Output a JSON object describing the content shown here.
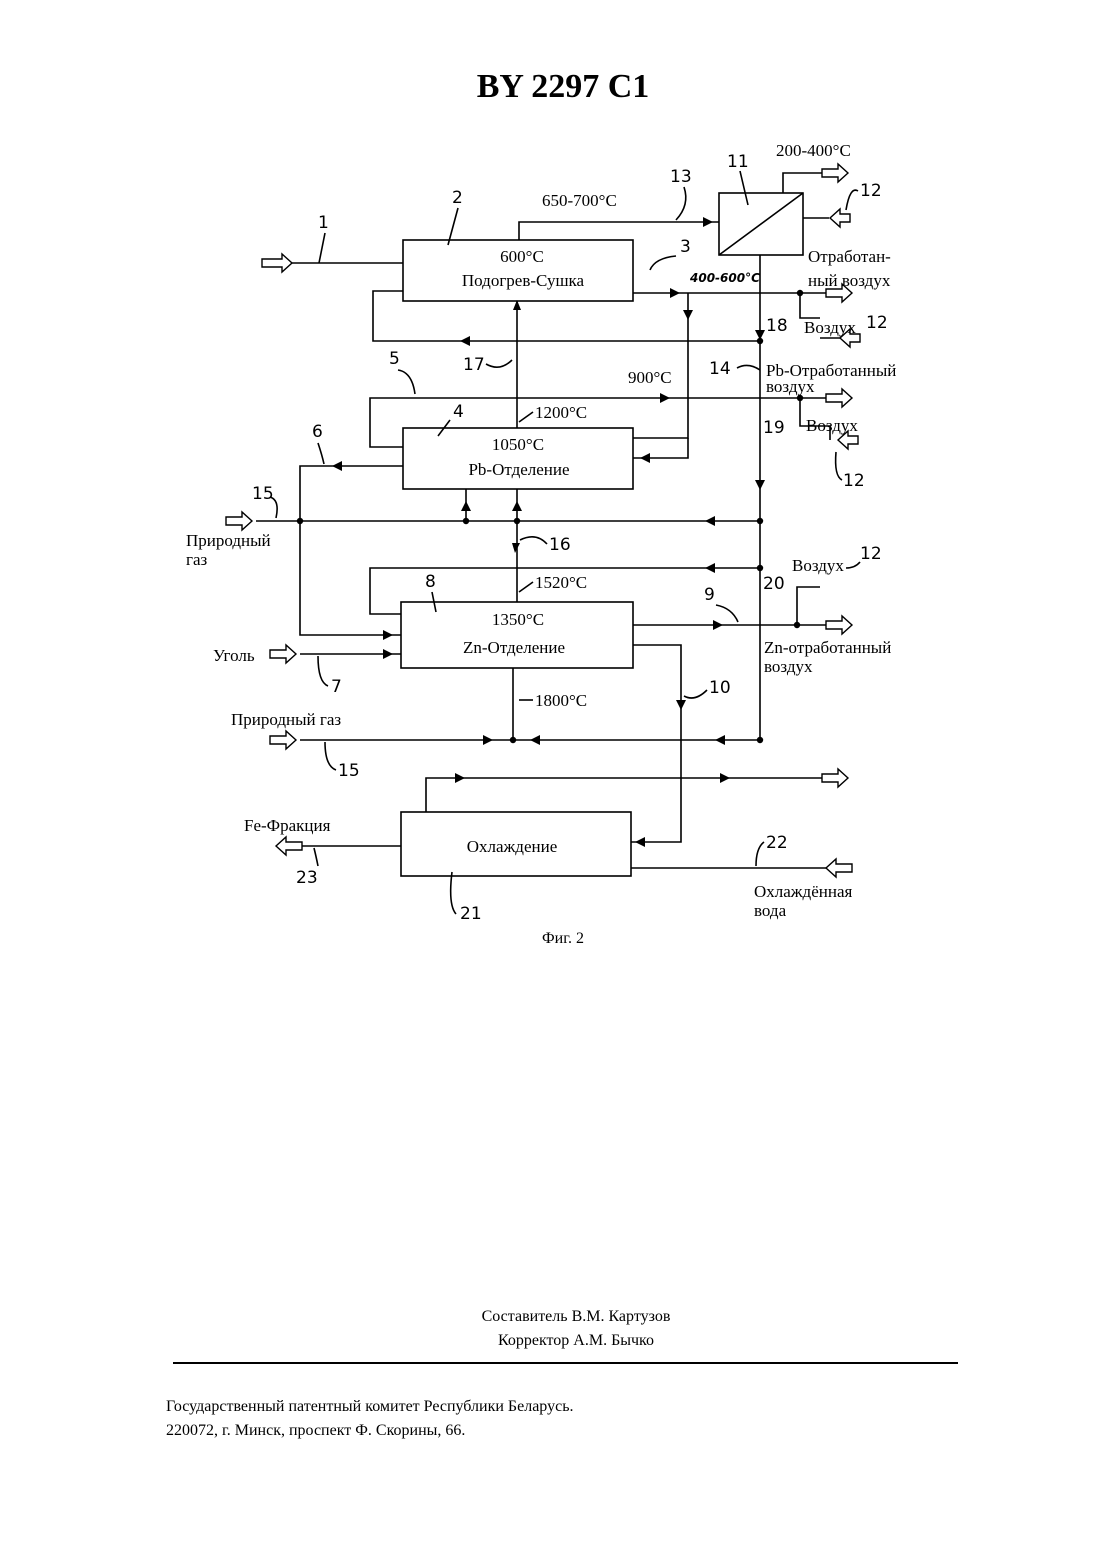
{
  "document": {
    "title": "BY 2297 C1",
    "caption": "Фиг. 2",
    "compiler": "Составитель В.М. Картузов",
    "corrector": "Корректор А.М. Бычко",
    "footer_line1": "Государственный патентный комитет Республики Беларусь.",
    "footer_line2": "220072, г. Минск, проспект Ф. Скорины, 66."
  },
  "diagram": {
    "blocks": {
      "preheat": {
        "temp": "600°C",
        "name": "Подогрев-Сушка"
      },
      "pb": {
        "temp": "1050°C",
        "name": "Pb-Отделение"
      },
      "zn": {
        "temp": "1350°C",
        "name": "Zn-Отделение"
      },
      "cooling": {
        "name": "Охлаждение"
      }
    },
    "temperatures": {
      "t200_400": "200-400°C",
      "t650_700": "650-700°C",
      "t400_600": "400-600°C",
      "t900": "900°C",
      "t1200": "1200°C",
      "t1520": "1520°C",
      "t1800": "1800°C"
    },
    "labels": {
      "exhaust_air_1": "Отработан-",
      "exhaust_air_2": "ный воздух",
      "air_a": "Воздух",
      "pb_exhaust_1": "Pb-Отработанный",
      "pb_exhaust_2": "воздух",
      "air_b": "Воздух",
      "natural_gas_1": "Природный",
      "natural_gas_2": "газ",
      "air_c": "Воздух",
      "zn_exhaust_1": "Zn-отработанный",
      "zn_exhaust_2": "воздух",
      "coal": "Уголь",
      "natural_gas_b": "Природный газ",
      "fe_fraction": "Fe-Фракция",
      "cooled_water_1": "Охлаждённая",
      "cooled_water_2": "вода"
    },
    "numbers": {
      "n1": "1",
      "n2": "2",
      "n3": "3",
      "n4": "4",
      "n5": "5",
      "n6": "6",
      "n7": "7",
      "n8": "8",
      "n9": "9",
      "n10": "10",
      "n11": "11",
      "n12a": "12",
      "n12b": "12",
      "n12c": "12",
      "n12d": "12",
      "n13": "13",
      "n14": "14",
      "n15a": "15",
      "n15b": "15",
      "n16": "16",
      "n17": "17",
      "n18": "18",
      "n19": "19",
      "n20": "20",
      "n21": "21",
      "n22": "22",
      "n23": "23"
    }
  }
}
